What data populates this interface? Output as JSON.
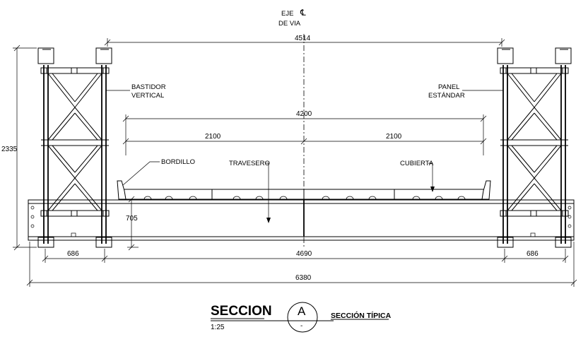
{
  "axis_label": {
    "line1": "EJE",
    "line2": "DE VIA",
    "symbol": "℄"
  },
  "dimensions": {
    "top_span": "4514",
    "deck_width": "4200",
    "half_left": "2100",
    "half_right": "2100",
    "height": "2335",
    "kerb_height": "705",
    "panel_left": "686",
    "inner_span": "4690",
    "panel_right": "686",
    "total_width": "6380"
  },
  "labels": {
    "bastidor_line1": "BASTIDOR",
    "bastidor_line2": "VERTICAL",
    "panel_line1": "PANEL",
    "panel_line2": "ESTÁNDAR",
    "bordillo": "BORDILLO",
    "travesero": "TRAVESERO",
    "cubierta": "CUBIERTA"
  },
  "title_block": {
    "title": "SECCION",
    "scale": "1:25",
    "section_letter": "A",
    "sheet_ref": "-",
    "subtitle": "SECCIÓN TÍPICA"
  }
}
